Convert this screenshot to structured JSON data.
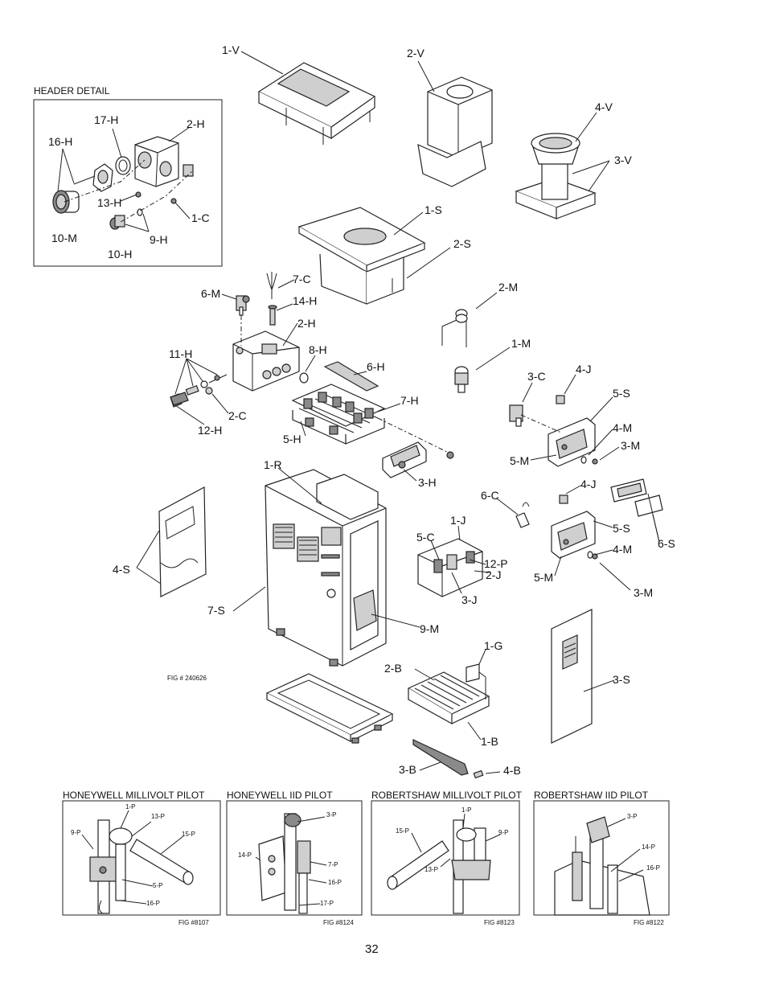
{
  "header_detail": {
    "title": "HEADER DETAIL",
    "labels": [
      "17-H",
      "2-H",
      "16-H",
      "13-H",
      "1-C",
      "10-M",
      "9-H",
      "10-H"
    ]
  },
  "main_labels": {
    "v1": "1-V",
    "v2": "2-V",
    "v4": "4-V",
    "v3": "3-V",
    "s1": "1-S",
    "s2": "2-S",
    "c7": "7-C",
    "m6": "6-M",
    "h14": "14-H",
    "h2": "2-H",
    "m2": "2-M",
    "h8": "8-H",
    "h11": "11-H",
    "h6": "6-H",
    "m1": "1-M",
    "h7": "7-H",
    "c2": "2-C",
    "h12": "12-H",
    "h5": "5-H",
    "c3": "3-C",
    "j4a": "4-J",
    "s5a": "5-S",
    "m4a": "4-M",
    "m3a": "3-M",
    "m5a": "5-M",
    "h3": "3-H",
    "r1": "1-R",
    "c6": "6-C",
    "j4b": "4-J",
    "s5b": "5-S",
    "m4b": "4-M",
    "s6": "6-S",
    "m5b": "5-M",
    "m3b": "3-M",
    "j1": "1-J",
    "c5": "5-C",
    "p12": "12-P",
    "j2": "2-J",
    "j3": "3-J",
    "s4": "4-S",
    "s7": "7-S",
    "m9": "9-M",
    "g1": "1-G",
    "b2": "2-B",
    "s3": "3-S",
    "b1": "1-B",
    "b3": "3-B",
    "b4": "4-B"
  },
  "figure_number": "FIG # 240626",
  "pilots": [
    {
      "title": "HONEYWELL MILLIVOLT PILOT",
      "labels": {
        "a": "1-P",
        "b": "13-P",
        "c": "9-P",
        "d": "15-P",
        "e": "5-P",
        "f": "16-P"
      },
      "fig": "FIG #8107"
    },
    {
      "title": "HONEYWELL IID PILOT",
      "labels": {
        "a": "3-P",
        "b": "14-P",
        "c": "7-P",
        "d": "16-P",
        "e": "17-P"
      },
      "fig": "FIG #8124"
    },
    {
      "title": "ROBERTSHAW MILLIVOLT PILOT",
      "labels": {
        "a": "1-P",
        "b": "15-P",
        "c": "9-P",
        "d": "13-P"
      },
      "fig": "FIG #8123"
    },
    {
      "title": "ROBERTSHAW IID PILOT",
      "labels": {
        "a": "3-P",
        "b": "14-P",
        "c": "16-P"
      },
      "fig": "FIG #8122"
    }
  ],
  "page_number": "32"
}
